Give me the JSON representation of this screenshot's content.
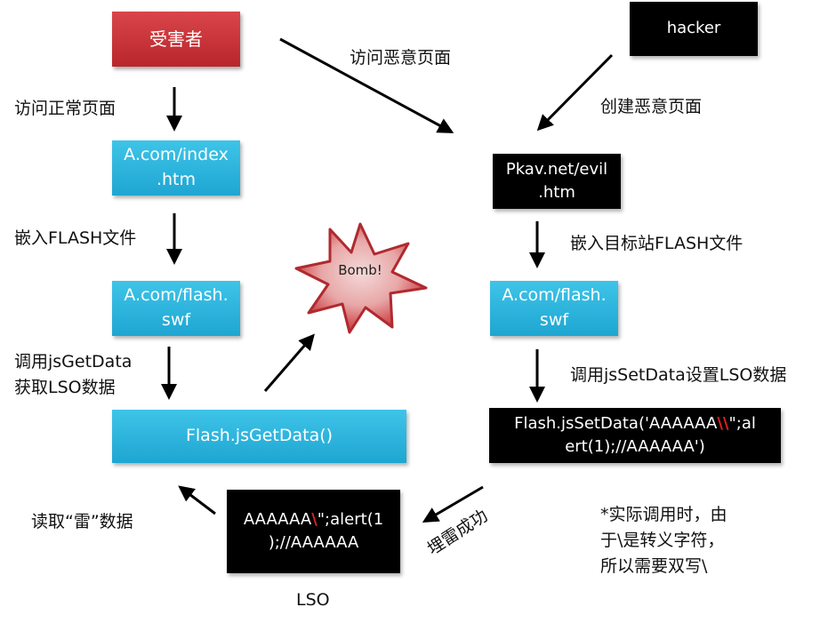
{
  "nodes": {
    "victim": "受害者",
    "hacker": "hacker",
    "index_page": [
      "A.com/index",
      ".htm"
    ],
    "evil_page": [
      "Pkav.net/evil",
      ".htm"
    ],
    "flash_left": [
      "A.com/flash.",
      "swf"
    ],
    "flash_right": [
      "A.com/flash.",
      "swf"
    ],
    "get_data": "Flash.jsGetData()",
    "set_data": {
      "pre": "Flash.jsSetData('AAAAAA",
      "bs": "\\\\",
      "post1": "\";al",
      "line2": "ert(1);//AAAAAA')"
    },
    "lso_box": {
      "pre": "AAAAAA",
      "bs": "\\",
      "post1": "\";alert(1",
      "line2": ");//AAAAAA"
    },
    "bomb": "Bomb!"
  },
  "labels": {
    "visit_malicious": "访问恶意页面",
    "visit_normal": "访问正常页面",
    "create_malicious": "创建恶意页面",
    "embed_flash": "嵌入FLASH文件",
    "embed_target_flash": "嵌入目标站FLASH文件",
    "call_get_1": "调用jsGetData",
    "call_get_2": "获取LSO数据",
    "call_set": "调用jsSetData设置LSO数据",
    "read_mine": "读取“雷”数据",
    "mine_success": "埋雷成功",
    "lso": "LSO",
    "note": [
      "*实际调用时，由",
      "于\\是转义字符，",
      "所以需要双写\\"
    ]
  },
  "colors": {
    "victim": "#c0302f",
    "flash_blue": "#2bb5df",
    "hacker_black": "#000000",
    "bomb_red": "#c9353a",
    "backslash_red": "#e02020"
  }
}
